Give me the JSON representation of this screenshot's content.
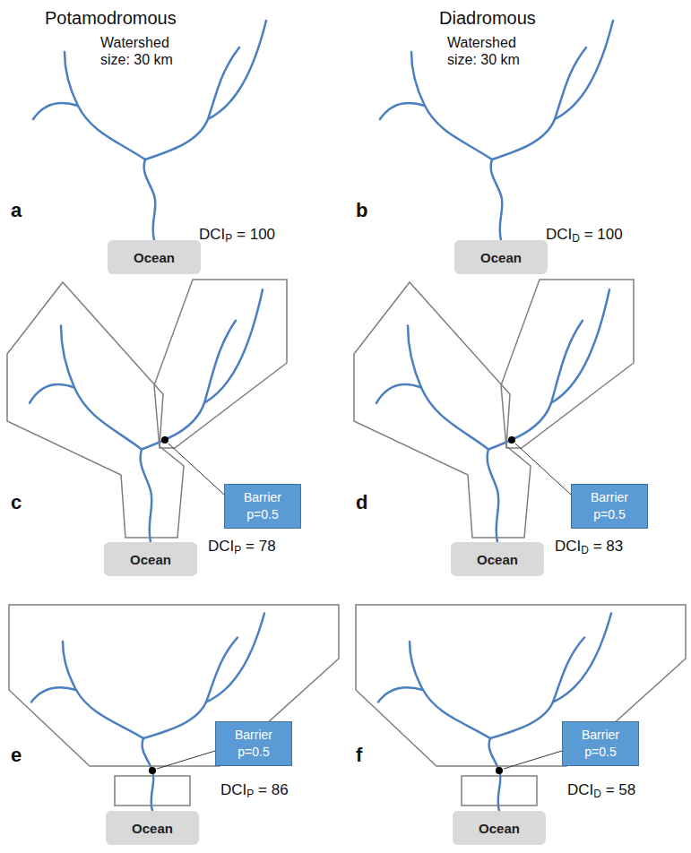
{
  "diagram": {
    "nodes": [
      {
        "text": [
          "Ocean"
        ]
      },
      {
        "text": [
          "Ocean"
        ]
      },
      {
        "text": [
          "Barrier p=0.5"
        ]
      },
      {
        "text": [
          "Barrier p=0.5"
        ]
      },
      {
        "text": [
          "Ocean"
        ]
      },
      {
        "text": [
          "Ocean"
        ]
      },
      {
        "text": [
          "Barrier p=0.5"
        ]
      },
      {
        "text": [
          "Barrier p=0.5"
        ]
      },
      {
        "text": [
          "Ocean"
        ]
      },
      {
        "text": [
          "Ocean"
        ]
      }
    ],
    "labels": [
      "Potamodromous",
      "Diadromous",
      "Watershed size: 30 km",
      "Watershed size: 30 km",
      "a",
      "DCIP = 100",
      "b",
      "DCID = 100",
      "c",
      "DCIP = 78",
      "d",
      "DCID = 83",
      "e",
      "DCIP = 86",
      "f",
      "DCID = 58"
    ]
  }
}
